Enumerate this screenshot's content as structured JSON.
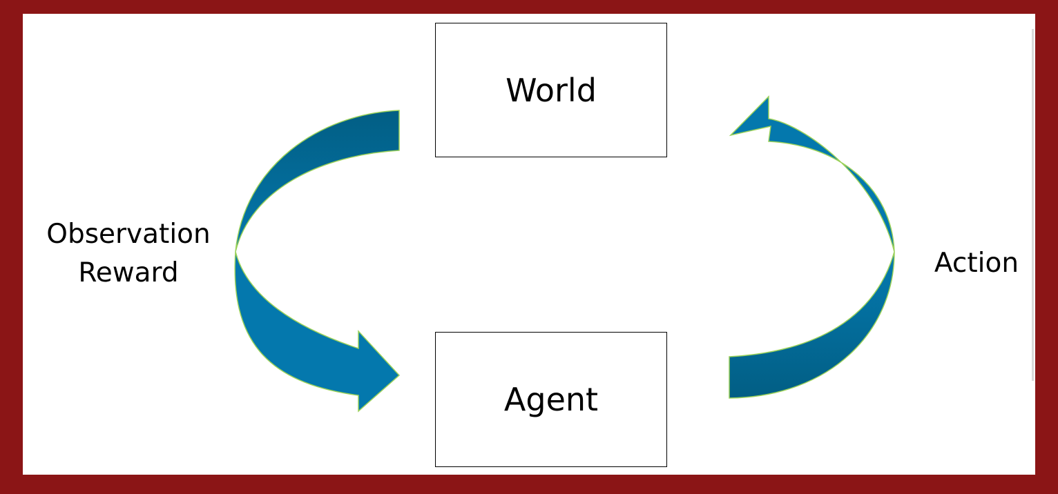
{
  "diagram": {
    "world_label": "World",
    "agent_label": "Agent",
    "observation_label": "Observation",
    "reward_label": "Reward",
    "action_label": "Action"
  },
  "colors": {
    "frame": "#8b1516",
    "canvas": "#ffffff",
    "arrow_light": "#0478ad",
    "arrow_dark": "#025e84",
    "arrow_outline": "#9bd15a",
    "box_border": "#000000",
    "text": "#000000"
  }
}
